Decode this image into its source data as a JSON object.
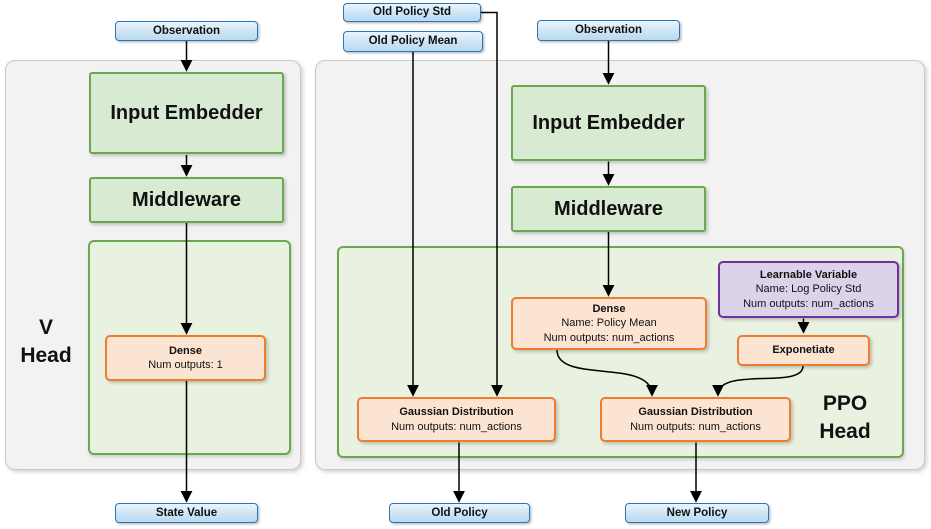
{
  "labels": {
    "v_head_line1": "V",
    "v_head_line2": "Head",
    "ppo_head_line1": "PPO",
    "ppo_head_line2": "Head"
  },
  "v_head": {
    "observation": "Observation",
    "input_embedder": "Input Embedder",
    "middleware": "Middleware",
    "dense_title": "Dense",
    "dense_sub": "Num outputs: 1",
    "state_value": "State Value"
  },
  "ppo_head": {
    "old_policy_std": "Old Policy Std",
    "old_policy_mean": "Old Policy Mean",
    "observation": "Observation",
    "input_embedder": "Input Embedder",
    "middleware": "Middleware",
    "dense_title": "Dense",
    "dense_line1": "Name: Policy Mean",
    "dense_line2": "Num outputs: num_actions",
    "learnable_title": "Learnable Variable",
    "learnable_line1": "Name: Log Policy Std",
    "learnable_line2": "Num outputs: num_actions",
    "exponetiate": "Exponetiate",
    "gaussian_old_title": "Gaussian Distribution",
    "gaussian_old_sub": "Num outputs: num_actions",
    "gaussian_new_title": "Gaussian Distribution",
    "gaussian_new_sub": "Num outputs: num_actions",
    "old_policy": "Old Policy",
    "new_policy": "New Policy"
  },
  "colors": {
    "blue_fill": "#cde4f5",
    "blue_border": "#2e75b6",
    "green_fill": "#d9ead3",
    "green_border": "#6aa84f",
    "container_green_fill": "#e9f2e1",
    "orange_fill": "#fce4d3",
    "orange_border": "#ed7d31",
    "purple_fill": "#dcd2ea",
    "purple_border": "#7030a0",
    "gray_fill": "#f2f2f2",
    "gray_border": "#c9c9c9",
    "arrow": "#000000"
  }
}
